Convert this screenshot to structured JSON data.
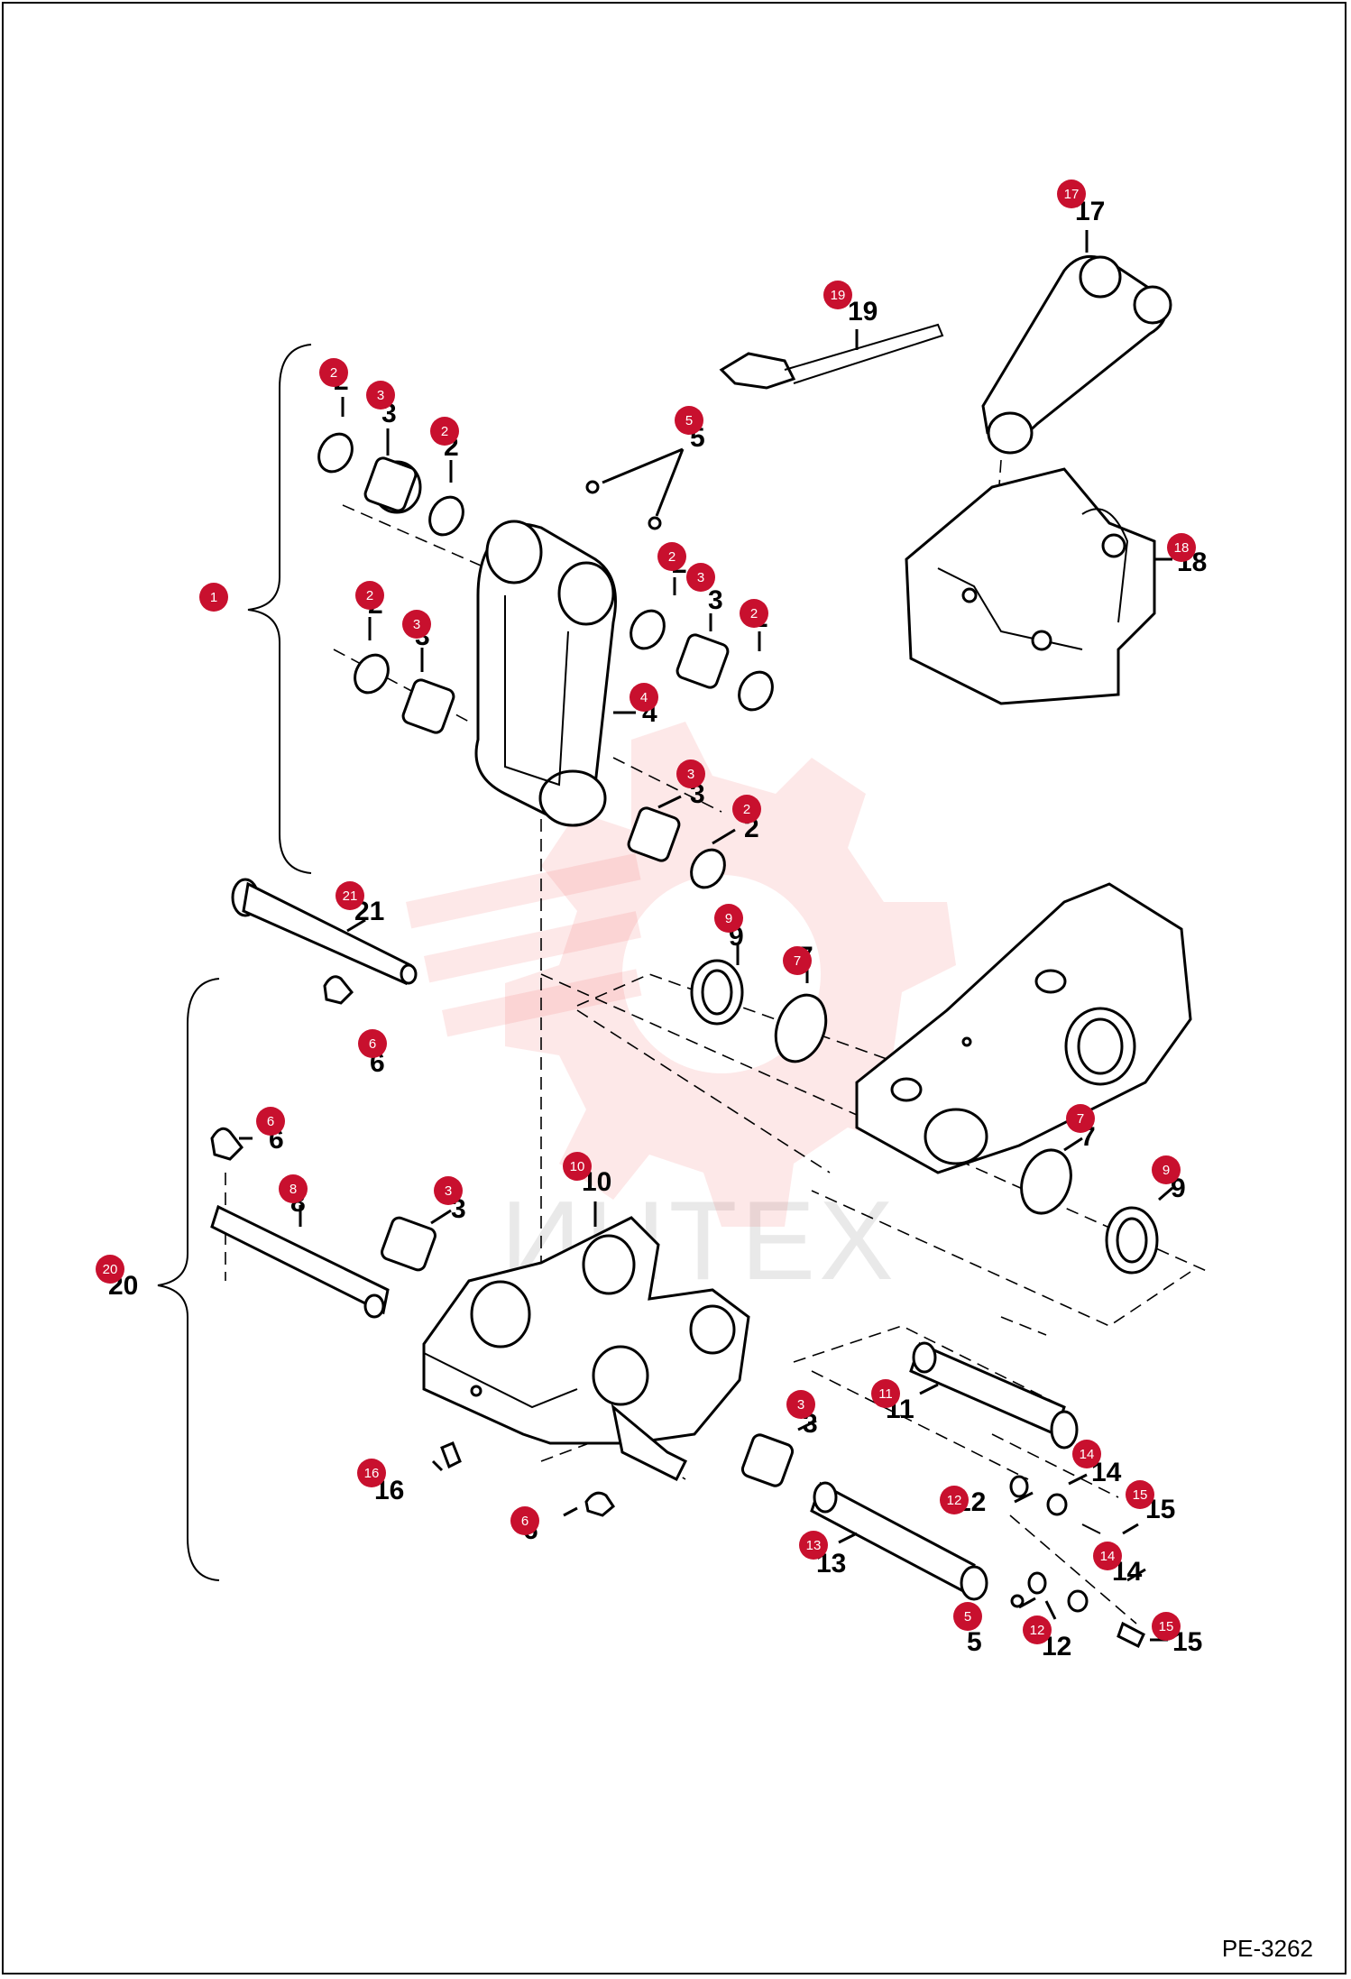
{
  "drawing_code": "PE-3262",
  "watermark": "ИНТЕХ",
  "callouts": [
    {
      "id": "c1",
      "num": "1"
    },
    {
      "id": "c2a",
      "num": "2"
    },
    {
      "id": "c3a",
      "num": "3"
    },
    {
      "id": "c2b",
      "num": "2"
    },
    {
      "id": "c5a",
      "num": "5"
    },
    {
      "id": "c2c",
      "num": "2"
    },
    {
      "id": "c3b",
      "num": "3"
    },
    {
      "id": "c2d",
      "num": "2"
    },
    {
      "id": "c3c",
      "num": "3"
    },
    {
      "id": "c2e",
      "num": "2"
    },
    {
      "id": "c4",
      "num": "4"
    },
    {
      "id": "c3d",
      "num": "3"
    },
    {
      "id": "c2f",
      "num": "2"
    },
    {
      "id": "c17",
      "num": "17"
    },
    {
      "id": "c19",
      "num": "19"
    },
    {
      "id": "c18",
      "num": "18"
    },
    {
      "id": "c21",
      "num": "21"
    },
    {
      "id": "c6a",
      "num": "6"
    },
    {
      "id": "c9a",
      "num": "9"
    },
    {
      "id": "c7a",
      "num": "7"
    },
    {
      "id": "c6b",
      "num": "6"
    },
    {
      "id": "c8",
      "num": "8"
    },
    {
      "id": "c10",
      "num": "10"
    },
    {
      "id": "c3e",
      "num": "3"
    },
    {
      "id": "c7b",
      "num": "7"
    },
    {
      "id": "c9b",
      "num": "9"
    },
    {
      "id": "c20",
      "num": "20"
    },
    {
      "id": "c11",
      "num": "11"
    },
    {
      "id": "c3f",
      "num": "3"
    },
    {
      "id": "c14a",
      "num": "14"
    },
    {
      "id": "c12a",
      "num": "12"
    },
    {
      "id": "c15a",
      "num": "15"
    },
    {
      "id": "c16",
      "num": "16"
    },
    {
      "id": "c6c",
      "num": "6"
    },
    {
      "id": "c13",
      "num": "13"
    },
    {
      "id": "c14b",
      "num": "14"
    },
    {
      "id": "c5b",
      "num": "5"
    },
    {
      "id": "c12b",
      "num": "12"
    },
    {
      "id": "c15b",
      "num": "15"
    }
  ]
}
